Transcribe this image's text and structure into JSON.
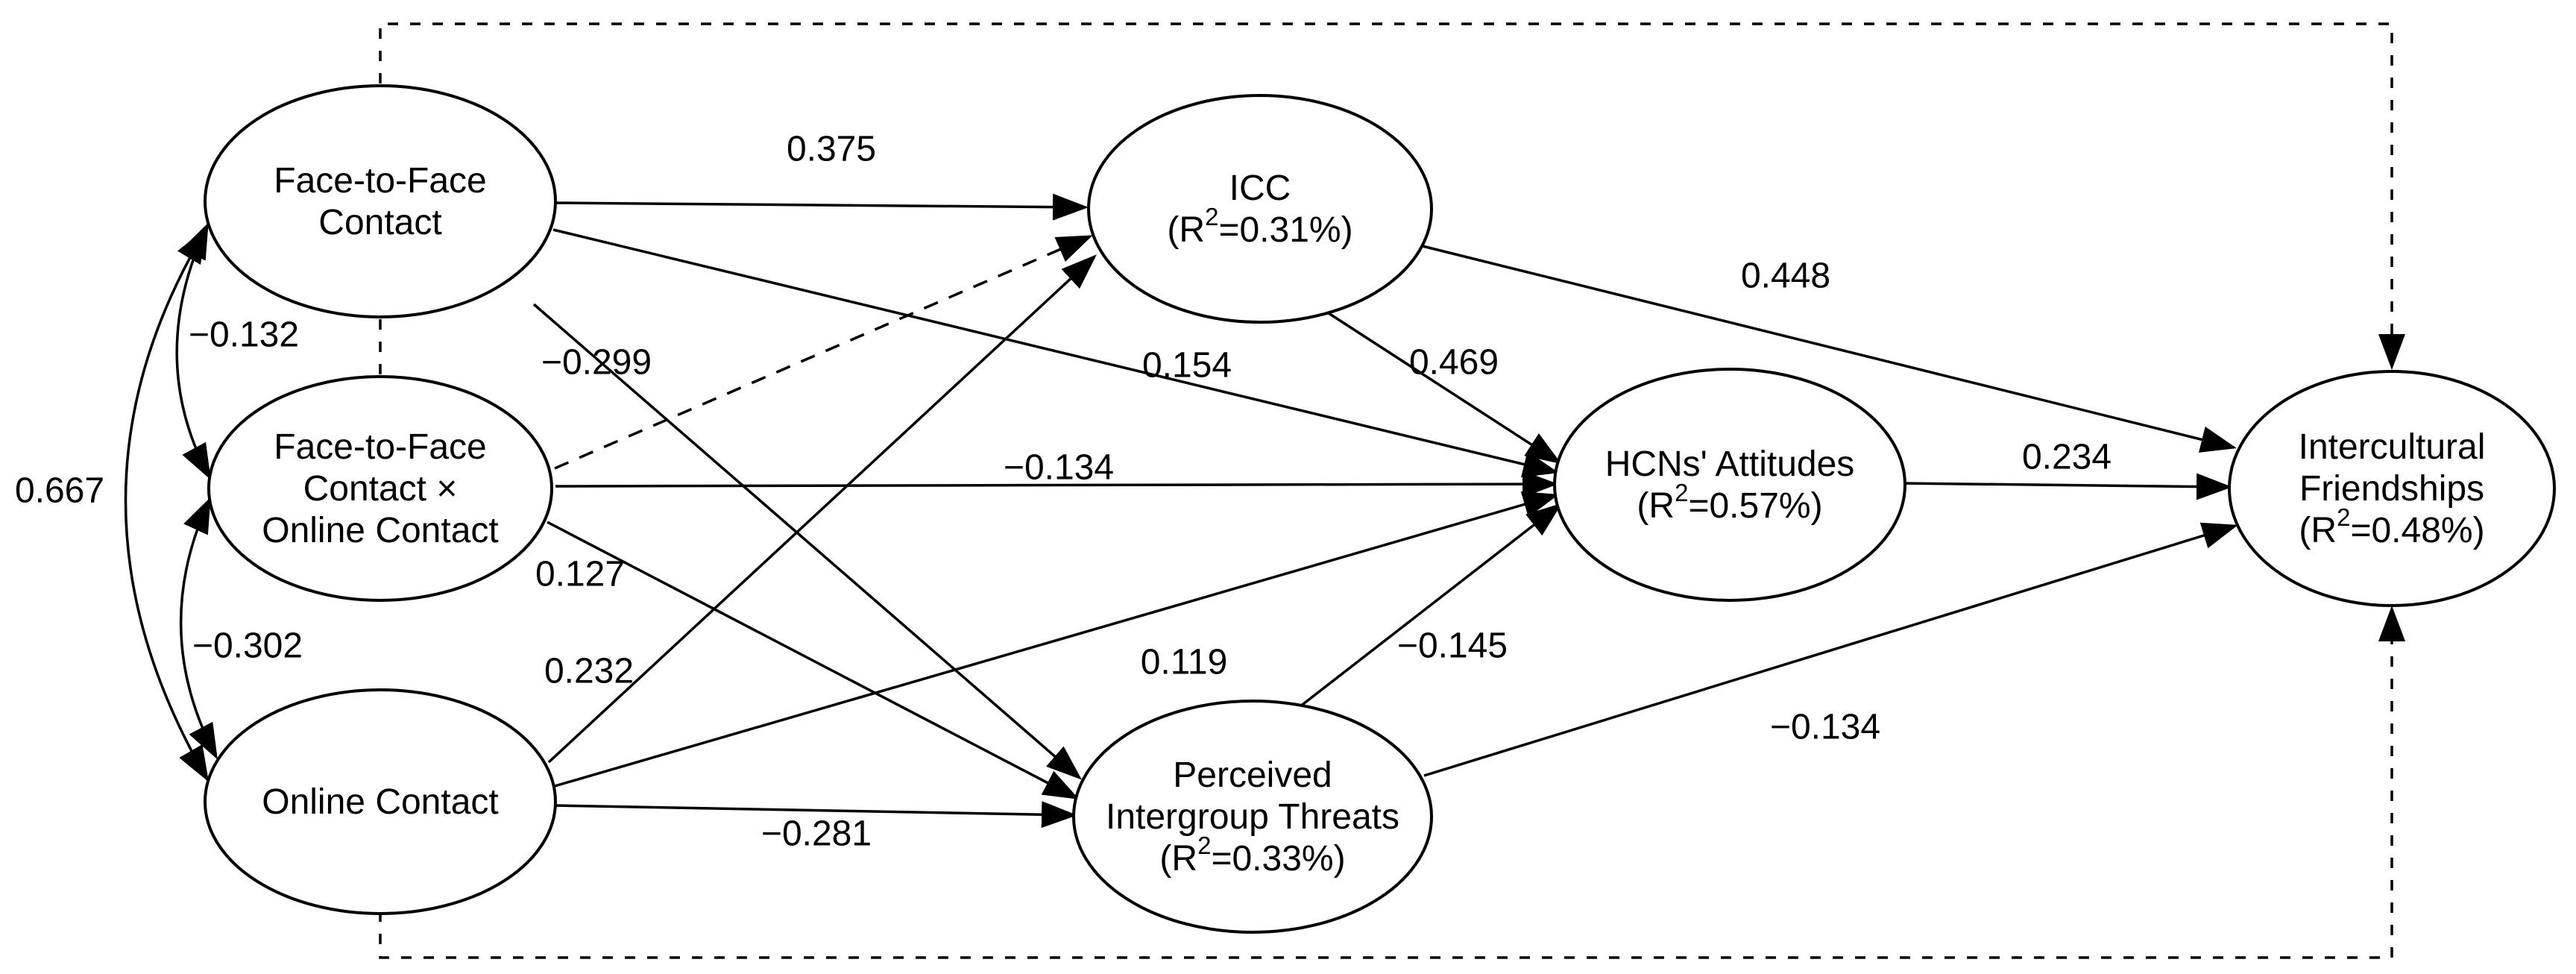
{
  "figure": {
    "type": "sem-path-diagram",
    "background_color": "#ffffff",
    "line_color": "#000000",
    "r2_notation": {
      "open": "(R",
      "superscript": "2",
      "equals": "=",
      "close": ")"
    }
  },
  "nodes": [
    {
      "id": "ftf",
      "label_lines": [
        "Face-to-Face",
        "Contact"
      ],
      "r2": null
    },
    {
      "id": "interaction",
      "label_lines": [
        "Face-to-Face",
        "Contact ×",
        "Online Contact"
      ],
      "r2": null
    },
    {
      "id": "online",
      "label_lines": [
        "Online Contact"
      ],
      "r2": null
    },
    {
      "id": "icc",
      "label_lines": [
        "ICC"
      ],
      "r2": "0.31%"
    },
    {
      "id": "hcn",
      "label_lines": [
        "HCNs' Attitudes"
      ],
      "r2": "0.57%"
    },
    {
      "id": "threats",
      "label_lines": [
        "Perceived",
        "Intergroup Threats"
      ],
      "r2": "0.33%"
    },
    {
      "id": "friendships",
      "label_lines": [
        "Intercultural",
        "Friendships"
      ],
      "r2": "0.48%"
    }
  ],
  "edges": [
    {
      "id": "ftf-icc",
      "from": "ftf",
      "to": "icc",
      "coef": "0.375",
      "style": "solid"
    },
    {
      "id": "ftf-hcn",
      "from": "ftf",
      "to": "hcn",
      "coef": "0.154",
      "style": "solid"
    },
    {
      "id": "ftf-threats",
      "from": "ftf",
      "to": "threats",
      "coef": "−0.299",
      "style": "solid"
    },
    {
      "id": "interaction-icc",
      "from": "interaction",
      "to": "icc",
      "coef": "",
      "style": "dashed"
    },
    {
      "id": "interaction-hcn",
      "from": "interaction",
      "to": "hcn",
      "coef": "−0.134",
      "style": "solid"
    },
    {
      "id": "interaction-threats",
      "from": "interaction",
      "to": "threats",
      "coef": "0.127",
      "style": "solid"
    },
    {
      "id": "online-icc",
      "from": "online",
      "to": "icc",
      "coef": "0.232",
      "style": "solid"
    },
    {
      "id": "online-hcn",
      "from": "online",
      "to": "hcn",
      "coef": "0.119",
      "style": "solid"
    },
    {
      "id": "online-threats",
      "from": "online",
      "to": "threats",
      "coef": "−0.281",
      "style": "solid"
    },
    {
      "id": "icc-hcn",
      "from": "icc",
      "to": "hcn",
      "coef": "0.469",
      "style": "solid"
    },
    {
      "id": "icc-friendships",
      "from": "icc",
      "to": "friendships",
      "coef": "0.448",
      "style": "solid"
    },
    {
      "id": "hcn-friendships",
      "from": "hcn",
      "to": "friendships",
      "coef": "0.234",
      "style": "solid"
    },
    {
      "id": "threats-hcn",
      "from": "threats",
      "to": "hcn",
      "coef": "−0.145",
      "style": "solid"
    },
    {
      "id": "threats-friendships",
      "from": "threats",
      "to": "friendships",
      "coef": "−0.134",
      "style": "solid"
    },
    {
      "id": "interaction-friendships",
      "from": "interaction",
      "to": "friendships",
      "coef": "",
      "style": "border-dashed"
    },
    {
      "id": "online-friendships",
      "from": "online",
      "to": "friendships",
      "coef": "",
      "style": "border-dashed"
    }
  ],
  "covariances": [
    {
      "id": "ftf-interaction",
      "a": "ftf",
      "b": "interaction",
      "coef": "−0.132"
    },
    {
      "id": "interaction-online",
      "a": "interaction",
      "b": "online",
      "coef": "−0.302"
    },
    {
      "id": "ftf-online",
      "a": "ftf",
      "b": "online",
      "coef": "0.667"
    }
  ]
}
